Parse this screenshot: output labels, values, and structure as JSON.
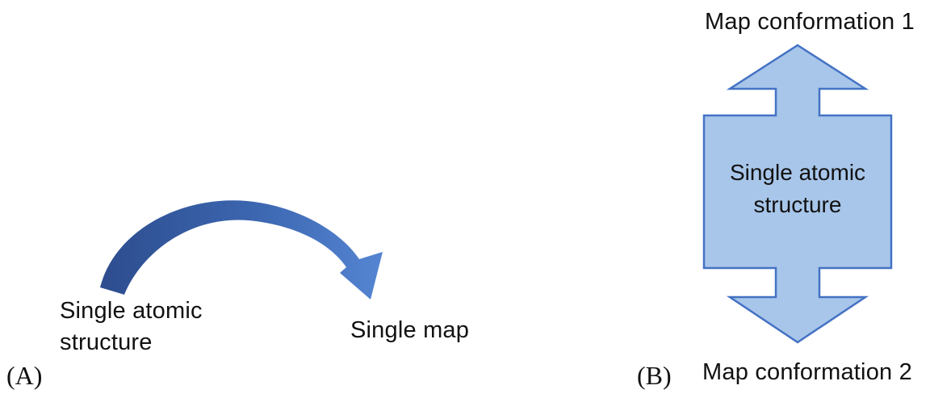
{
  "figure": {
    "panel_a": {
      "tag": "(A)",
      "source_label": "Single atomic\nstructure",
      "target_label": "Single map",
      "arrow_meaning": "curved-arrow-from-structure-to-map"
    },
    "panel_b": {
      "tag": "(B)",
      "top_label": "Map conformation 1",
      "bottom_label": "Map conformation 2",
      "center_label": "Single atomic\nstructure",
      "arrow_meaning": "double-headed-vertical-block-arrow"
    }
  },
  "colors": {
    "background": "#ffffff",
    "text": "#111111",
    "curved_arrow_start": "#2d4d8e",
    "curved_arrow_mid": "#3c66b0",
    "curved_arrow_end": "#5585d2",
    "block_arrow_fill": "#a8c6ea",
    "block_arrow_stroke": "#4472c4"
  }
}
